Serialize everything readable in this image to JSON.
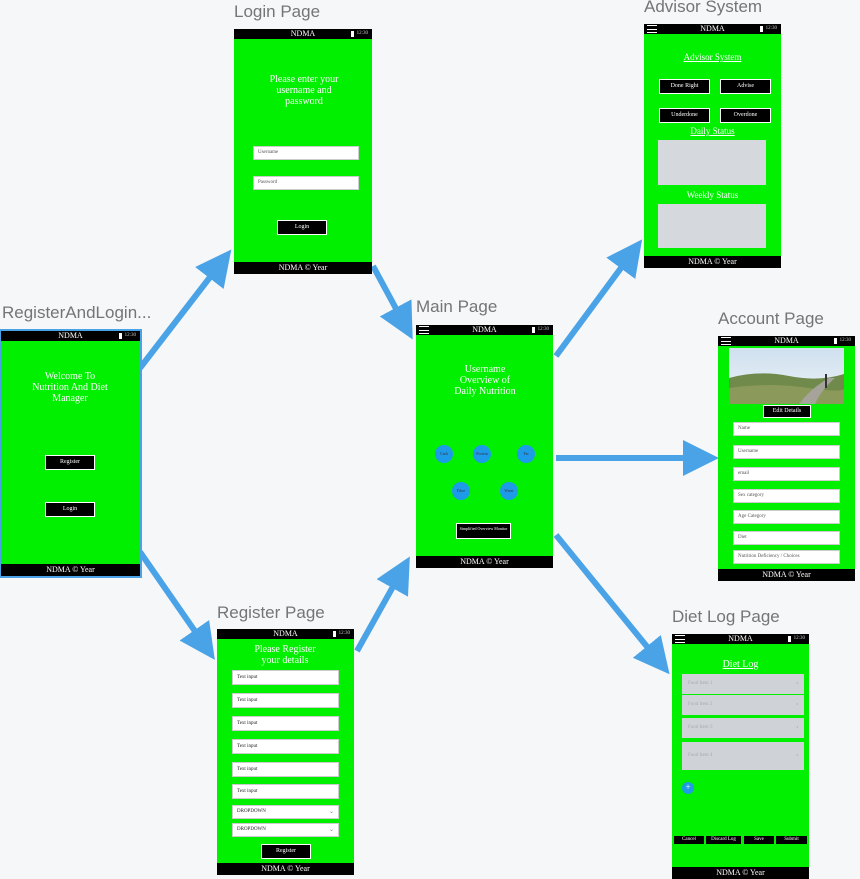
{
  "titles": {
    "login": "Login Page",
    "advisor": "Advisor System",
    "register_login": "RegisterAndLogin...",
    "main": "Main Page",
    "account": "Account Page",
    "register": "Register Page",
    "dietlog": "Diet Log Page"
  },
  "common": {
    "app_name": "NDMA",
    "footer": "NDMA © Year",
    "time": "12:30"
  },
  "register_login_screen": {
    "welcome": "Welcome To Nutrition And Diet Manager",
    "register_button": "Register",
    "login_button": "Login"
  },
  "login_screen": {
    "prompt": "Please enter your username and password",
    "username_placeholder": "Username",
    "password_placeholder": "Password",
    "login_button": "Login"
  },
  "main_screen": {
    "overview": "Username Overview of Daily Nutrition",
    "circles": [
      "Carb",
      "Protein",
      "Fat",
      "Fibre",
      "Water"
    ],
    "simplified_button": "Simplified Overview Monitor"
  },
  "register_screen": {
    "prompt": "Please Register your details",
    "inputs": [
      "Text input",
      "Text input",
      "Text input",
      "Text input",
      "Text input",
      "Text input"
    ],
    "dropdowns": [
      "DROPDOWN",
      "DROPDOWN"
    ],
    "register_button": "Register"
  },
  "advisor_screen": {
    "heading": "Advisor System",
    "buttons": [
      "Done Right",
      "Advise",
      "Underdone",
      "Overdone"
    ],
    "daily_status": "Daily Status",
    "weekly_status": "Weekly Status"
  },
  "account_screen": {
    "edit_button": "Edit Details",
    "fields": [
      "Name",
      "Username",
      "email",
      "Sex category",
      "Age Category",
      "Diet",
      "Nutrition Deficiency / Choices"
    ]
  },
  "dietlog_screen": {
    "heading": "Diet Log",
    "items": [
      "Food Item 1",
      "Food Item 2",
      "Food Item 3",
      "Food Item 4"
    ],
    "add_symbol": "+",
    "tabs": [
      "Cancel",
      "Discard Log",
      "Save",
      "Submit"
    ]
  },
  "colors": {
    "screen_bg": "#00f000",
    "arrow": "#4aa3e6",
    "canvas": "#f6f7f8"
  }
}
